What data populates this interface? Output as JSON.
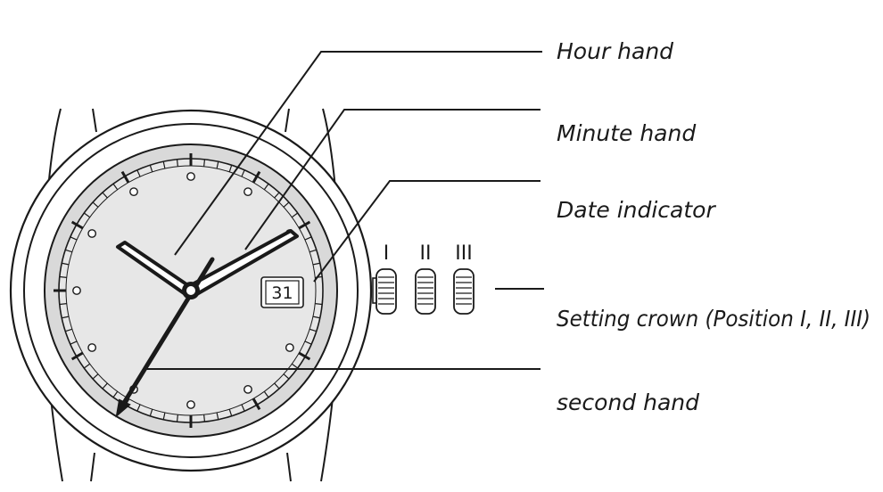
{
  "labels": {
    "hour_hand": "Hour hand",
    "minute_hand": "Minute hand",
    "date_indicator": "Date indicator",
    "setting_crown": "Setting crown (Position I, II, III)",
    "second_hand": "second hand"
  },
  "date_value": "31",
  "crown_positions": [
    "I",
    "II",
    "III"
  ]
}
